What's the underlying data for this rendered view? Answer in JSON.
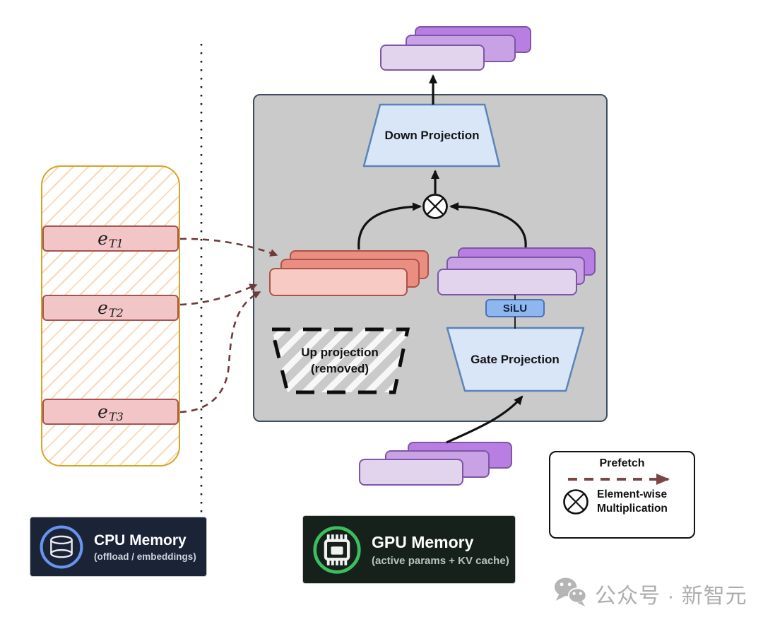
{
  "mlp": {
    "down_projection": "Down Projection",
    "gate_projection": "Gate Projection",
    "up_projection_line1": "Up projection",
    "up_projection_line2": "(removed)",
    "silu": "SiLU"
  },
  "embeddings": {
    "rows": [
      {
        "base": "e",
        "sub": "T1"
      },
      {
        "base": "e",
        "sub": "T2"
      },
      {
        "base": "e",
        "sub": "T3"
      }
    ]
  },
  "memory": {
    "cpu": {
      "title": "CPU Memory",
      "subtitle": "(offload / embeddings)"
    },
    "gpu": {
      "title": "GPU Memory",
      "subtitle": "(active params + KV cache)"
    }
  },
  "legend": {
    "prefetch": "Prefetch",
    "elementwise_line1": "Element-wise",
    "elementwise_line2": "Multiplication"
  },
  "watermark": {
    "text": "公众号 · 新智元"
  },
  "colors": {
    "compute_box_fill": "#cacaca",
    "compute_box_border": "#3d4f5f",
    "trapezoid_fill": "#d9e6f8",
    "trapezoid_border": "#5b84b8",
    "silu_fill": "#8fb6ee",
    "silu_border": "#4a74b8",
    "red_bar_back": "#ea8e81",
    "red_bar_front": "#f7cbc3",
    "red_bar_border": "#ad5248",
    "purple_bar_back": "#b87ee1",
    "purple_bar_mid": "#c9a2e6",
    "purple_bar_front": "#e2d4ed",
    "purple_bar_border": "#7d57a6",
    "embed_table_border": "#d7a424",
    "embed_bar_fill": "#f2c6c6",
    "embed_bar_border": "#a65353",
    "prefetch_arrow": "#6e3a3a",
    "cpu_card_bg": "#1b2336",
    "cpu_ring": "#6a93ee",
    "gpu_card_bg": "#17211c",
    "gpu_ring": "#3bbf5e",
    "watermark_gray": "#adadad"
  }
}
